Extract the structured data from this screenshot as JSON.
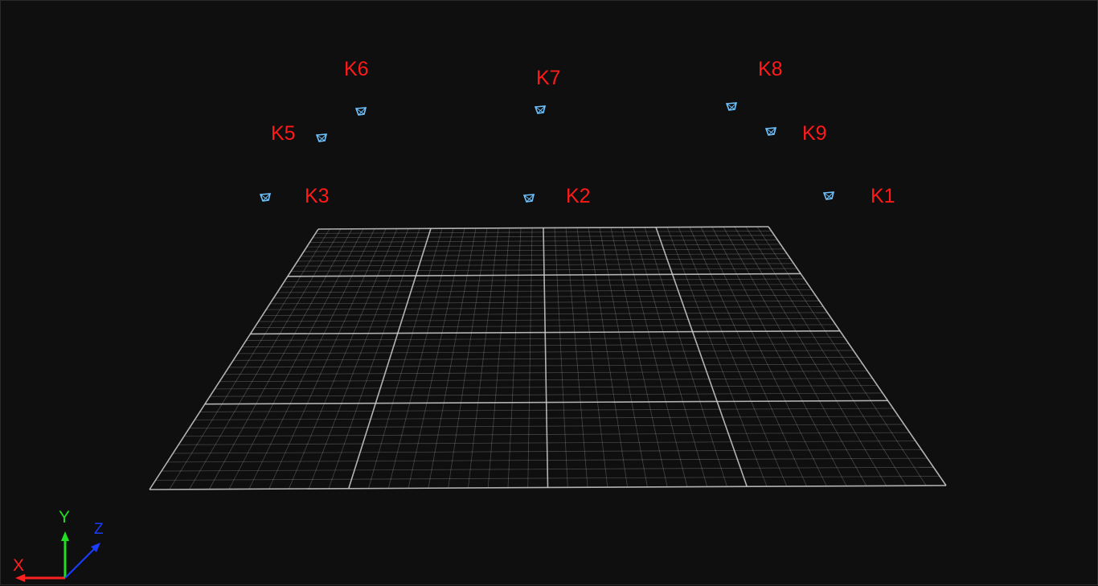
{
  "viewer": {
    "background": "#0f0f0f",
    "grid_color": "#cfcfcf",
    "camera_color": "#6ec3ff",
    "label_color": "#ff1a1a"
  },
  "cameras": [
    {
      "label": "K1"
    },
    {
      "label": "K2"
    },
    {
      "label": "K3"
    },
    {
      "label": "K5"
    },
    {
      "label": "K6"
    },
    {
      "label": "K7"
    },
    {
      "label": "K8"
    },
    {
      "label": "K9"
    }
  ],
  "axes": {
    "x_label": "X",
    "y_label": "Y",
    "z_label": "Z",
    "x_color": "#ff2020",
    "y_color": "#22dd22",
    "z_color": "#1a3dff"
  }
}
